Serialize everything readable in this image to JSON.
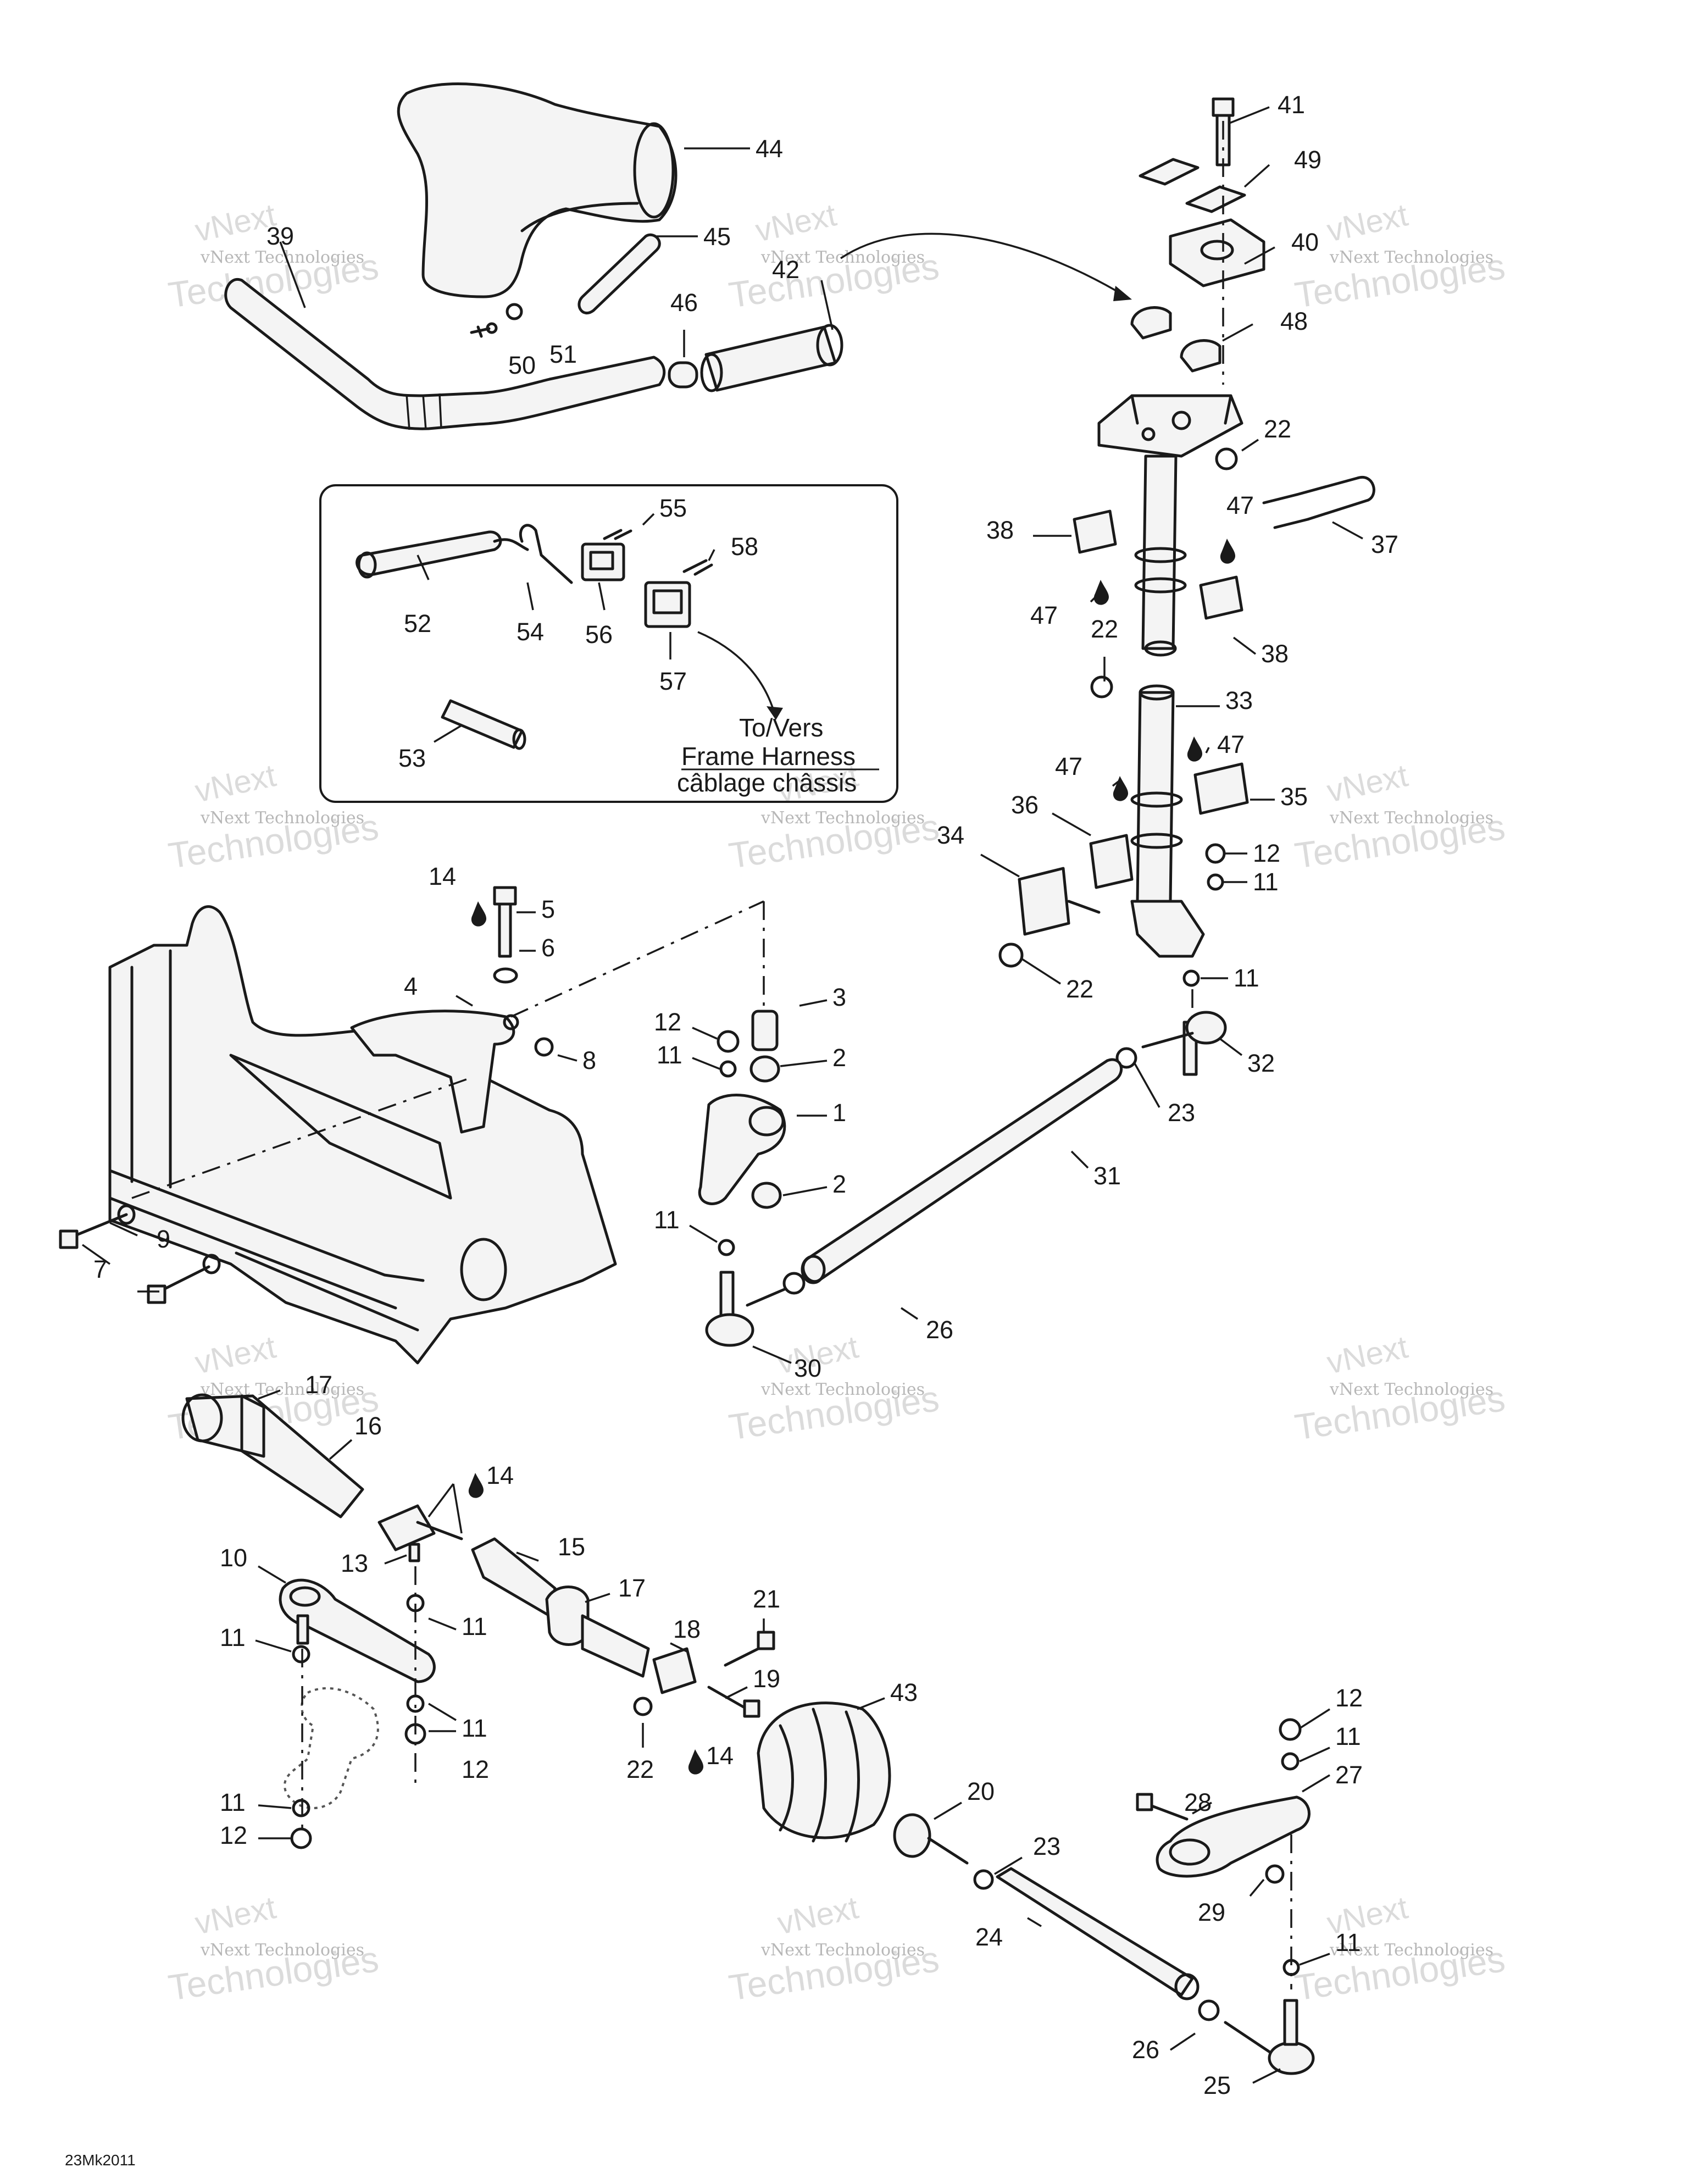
{
  "watermark": {
    "brand": "vNext",
    "company": "vNext Technologies",
    "word": "Technologies"
  },
  "drawing_code": "23Mk2011",
  "inset_box": {
    "to_vers": "To/Vers",
    "frame_harness": "Frame Harness",
    "cablage_chassis": "câblage châssis"
  },
  "callouts": {
    "c1": "1",
    "c2a": "2",
    "c2b": "2",
    "c3": "3",
    "c4": "4",
    "c5": "5",
    "c6": "6",
    "c7": "7",
    "c8": "8",
    "c9": "9",
    "c10": "10",
    "c11a": "11",
    "c11b": "11",
    "c11c": "11",
    "c11d": "11",
    "c11e": "11",
    "c11f": "11",
    "c11g": "11",
    "c11h": "11",
    "c11i": "11",
    "c12a": "12",
    "c12b": "12",
    "c12c": "12",
    "c12d": "12",
    "c12e": "12",
    "c13": "13",
    "c14a": "14",
    "c14b": "14",
    "c14c": "14",
    "c15": "15",
    "c16": "16",
    "c17a": "17",
    "c17b": "17",
    "c18": "18",
    "c19": "19",
    "c20": "20",
    "c21": "21",
    "c22a": "22",
    "c22b": "22",
    "c22c": "22",
    "c22d": "22",
    "c23a": "23",
    "c23b": "23",
    "c24": "24",
    "c25": "25",
    "c26a": "26",
    "c26b": "26",
    "c27": "27",
    "c28": "28",
    "c29": "29",
    "c30": "30",
    "c31": "31",
    "c32": "32",
    "c33": "33",
    "c34": "34",
    "c35": "35",
    "c36": "36",
    "c37": "37",
    "c38a": "38",
    "c38b": "38",
    "c39": "39",
    "c40": "40",
    "c41": "41",
    "c42": "42",
    "c43": "43",
    "c44": "44",
    "c45": "45",
    "c46": "46",
    "c47a": "47",
    "c47b": "47",
    "c47c": "47",
    "c47d": "47",
    "c48": "48",
    "c49": "49",
    "c50": "50",
    "c51": "51",
    "c52": "52",
    "c53": "53",
    "c54": "54",
    "c55": "55",
    "c56": "56",
    "c57": "57",
    "c58": "58"
  }
}
